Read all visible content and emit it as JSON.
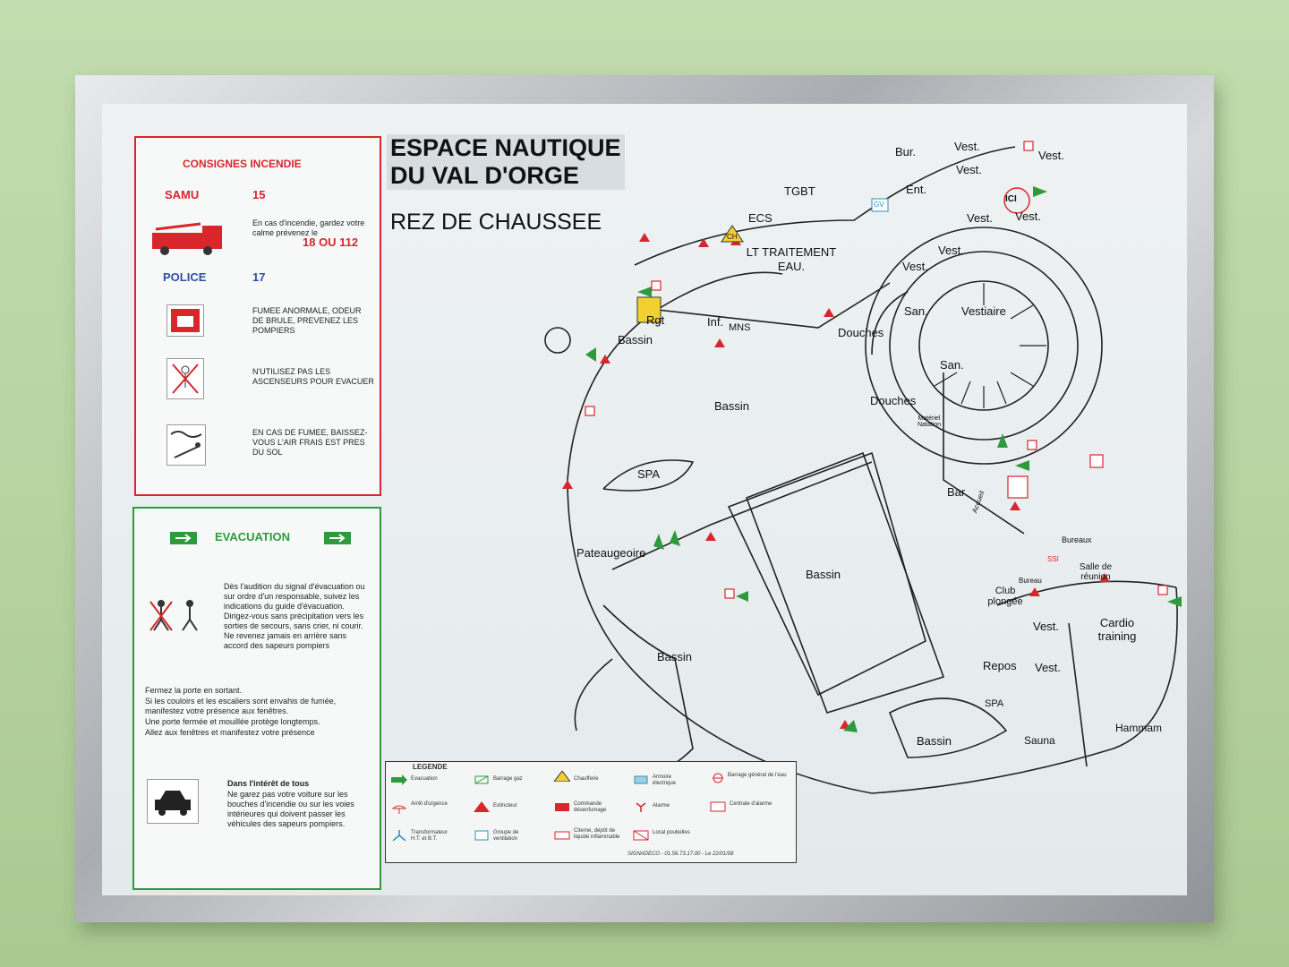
{
  "colors": {
    "fire_red": "#d8262c",
    "evac_green": "#2d9a3c",
    "police_blue": "#2a4fa6",
    "wall": "#b9d6a4"
  },
  "title": {
    "line1": "ESPACE NAUTIQUE",
    "line2": "DU VAL D'ORGE"
  },
  "subtitle": "REZ DE CHAUSSEE",
  "fire_panel": {
    "heading": "CONSIGNES INCENDIE",
    "samu_label": "SAMU",
    "samu_number": "15",
    "fire_text": "En cas d'incendie, gardez votre calme prévenez le",
    "fire_number": "18 OU 112",
    "police_label": "POLICE",
    "police_number": "17",
    "smoke_text": "FUMEE ANORMALE, ODEUR DE BRULE, PREVENEZ LES POMPIERS",
    "elevator_text": "N'UTILISEZ PAS LES ASCENSEURS POUR EVACUER",
    "crawl_text": "EN CAS DE FUMEE, BAISSEZ-VOUS L'AIR FRAIS EST PRES DU SOL"
  },
  "evac_panel": {
    "heading": "EVACUATION",
    "instructions": "Dès l'audition du signal d'évacuation ou sur ordre d'un responsable, suivez les indications du guide d'évacuation. Dirigez-vous sans précipitation vers les sorties de secours, sans crier, ni courir. Ne revenez jamais en arrière sans accord des sapeurs pompiers",
    "bullets": [
      "Fermez la porte en sortant.",
      "Si les couloirs et les escaliers sont envahis de fumée, manifestez votre présence aux fenêtres.",
      "Une porte fermée et mouillée protège longtemps.",
      "Allez aux fenêtres et manifestez votre présence"
    ],
    "parking_heading": "Dans l'intérêt de tous",
    "parking_text": "Ne garez pas votre voiture sur les bouches d'incendie ou sur les voies intérieures qui doivent passer les véhicules des sapeurs pompiers."
  },
  "rooms": {
    "ici": "ICI",
    "bur": "Bur.",
    "vest1": "Vest.",
    "vest2": "Vest.",
    "vest3": "Vest.",
    "ent": "Ent.",
    "tgbt": "TGBT",
    "gv": "GV",
    "ecs": "ECS",
    "ch": "CH",
    "lt": "LT TRAITEMENT EAU.",
    "vestiaire": "Vestiaire",
    "vest4": "Vest.",
    "vest5": "Vest.",
    "vest6": "Vest.",
    "rgt": "Rgt",
    "inf": "Inf.",
    "mns": "MNS",
    "bassin_small": "Bassin",
    "san1": "San.",
    "san2": "San.",
    "douches1": "Douches",
    "douches2": "Douches",
    "materiel": "Matériel Natation",
    "bassin1": "Bassin",
    "spa1": "SPA",
    "bar": "Bar",
    "accueil": "Accueil",
    "pateaugeoire": "Pateaugeoire",
    "bassin2": "Bassin",
    "bureaux": "Bureaux",
    "ssi": "SSI",
    "salle": "Salle de réunion",
    "club": "Club plongée",
    "bureau": "Bureau",
    "cardio": "Cardio training",
    "vest7": "Vest.",
    "vest8": "Vest.",
    "repos": "Repos",
    "spa2": "SPA",
    "bassin3": "Bassin",
    "bassin4": "Bassin",
    "sauna": "Sauna",
    "hammam": "Hammam"
  },
  "legend": {
    "heading": "LEGENDE",
    "items": [
      "Evacuation",
      "Barrage gaz",
      "Chaufferie",
      "Armoire électrique",
      "Barrage général de l'eau",
      "Arrêt d'urgence",
      "Extincteur",
      "Commande désenfumage",
      "Alarme",
      "Centrale d'alarme",
      "Transformateur H.T. et B.T.",
      "Groupe de ventilation",
      "Citerne, dépôt de liquide inflammable",
      "Local poubelles"
    ],
    "footer": "SIGNADECO - 01.56.73.17.00 - Le 22/01/08"
  }
}
